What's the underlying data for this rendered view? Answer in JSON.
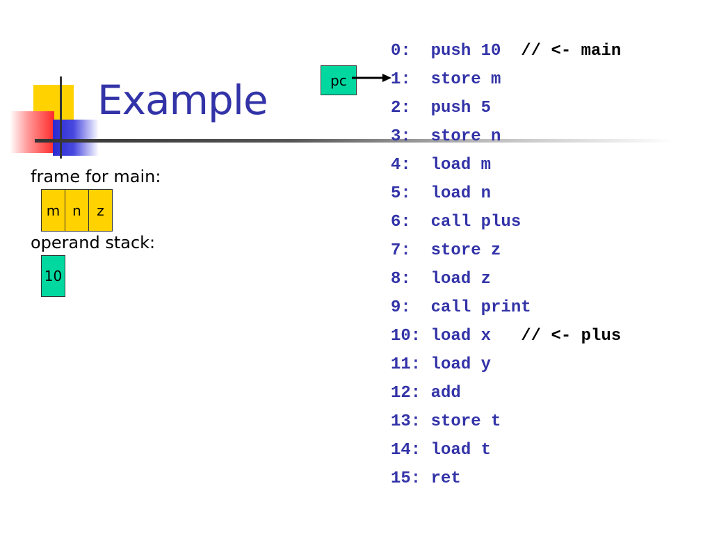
{
  "slide": {
    "title": "Example",
    "frame_label": "frame for main:",
    "frame_cells": [
      "m",
      "n",
      "z"
    ],
    "operand_label": "operand stack:",
    "operand_stack": [
      "10"
    ],
    "pc_label": "pc",
    "pc_points_to_line": 1
  },
  "code": [
    {
      "addr": "0:  ",
      "instr": "push 10  ",
      "comment": "// <- main"
    },
    {
      "addr": "1:  ",
      "instr": "store m",
      "comment": ""
    },
    {
      "addr": "2:  ",
      "instr": "push 5",
      "comment": ""
    },
    {
      "addr": "3:  ",
      "instr": "store n",
      "comment": ""
    },
    {
      "addr": "4:  ",
      "instr": "load m",
      "comment": ""
    },
    {
      "addr": "5:  ",
      "instr": "load n",
      "comment": ""
    },
    {
      "addr": "6:  ",
      "instr": "call plus",
      "comment": ""
    },
    {
      "addr": "7:  ",
      "instr": "store z",
      "comment": ""
    },
    {
      "addr": "8:  ",
      "instr": "load z",
      "comment": ""
    },
    {
      "addr": "9:  ",
      "instr": "call print",
      "comment": ""
    },
    {
      "addr": "10: ",
      "instr": "load x   ",
      "comment": "// <- plus"
    },
    {
      "addr": "11: ",
      "instr": "load y",
      "comment": ""
    },
    {
      "addr": "12: ",
      "instr": "add",
      "comment": ""
    },
    {
      "addr": "13: ",
      "instr": "store t",
      "comment": ""
    },
    {
      "addr": "14: ",
      "instr": "load t",
      "comment": ""
    },
    {
      "addr": "15: ",
      "instr": "ret",
      "comment": ""
    }
  ],
  "colors": {
    "title": "#3333a8",
    "code": "#3333a8",
    "frame_cell": "#ffd200",
    "stack_cell": "#00d8a0",
    "pc_box": "#00d8a0"
  }
}
